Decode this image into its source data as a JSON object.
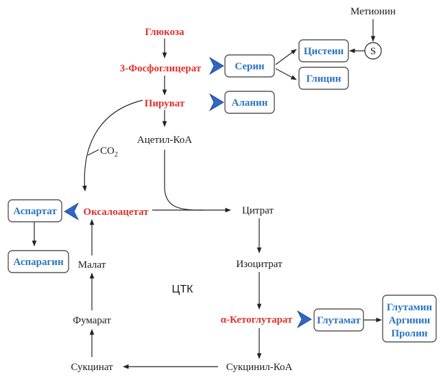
{
  "colors": {
    "precursor": "#e0302a",
    "amino_acid": "#2a74c2",
    "chevron": "#2f66c7",
    "text": "#1a1a1a"
  },
  "precursors": {
    "glucose": "Глюкоза",
    "phosphoglycerate": "3-Фосфоглицерат",
    "pyruvate": "Пируват",
    "oxaloacetate": "Оксалоацетат",
    "ketoglutarate": "α-Кетоглутарат"
  },
  "amino_acids": {
    "serine": "Серин",
    "cysteine": "Цистеин",
    "glycine": "Глицин",
    "alanine": "Аланин",
    "aspartate": "Аспартат",
    "asparagine": "Аспарагин",
    "glutamate": "Глутамат",
    "glutamine": "Глутамин",
    "arginine": "Аргинин",
    "proline": "Пролин"
  },
  "metabolites": {
    "methionine": "Метионин",
    "sulfur": "S",
    "acetyl_coa": "Ацетил-КоА",
    "co2": "CO",
    "co2_subscript": "2",
    "citrate": "Цитрат",
    "isocitrate": "Изоцитрат",
    "succinyl_coa": "Сукцинил-КоА",
    "succinate": "Сукцинат",
    "fumarate": "Фумарат",
    "malate": "Малат"
  },
  "cycle_label": "ЦТК"
}
